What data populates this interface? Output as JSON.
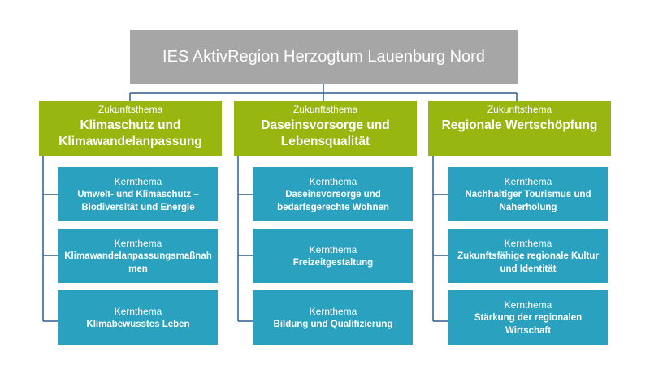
{
  "root": {
    "title": "IES AktivRegion Herzogtum Lauenburg Nord"
  },
  "columns": [
    {
      "kicker": "Zukunftsthema",
      "title": "Klimaschutz und Klimawandelanpassung",
      "items": [
        {
          "kicker": "Kernthema",
          "title": "Umwelt- und Klimaschutz – Biodiversität und Energie"
        },
        {
          "kicker": "Kernthema",
          "title": "Klimawandelanpassungsmaßnahmen"
        },
        {
          "kicker": "Kernthema",
          "title": "Klimabewusstes Leben"
        }
      ]
    },
    {
      "kicker": "Zukunftsthema",
      "title": "Daseinsvorsorge und Lebensqualität",
      "items": [
        {
          "kicker": "Kernthema",
          "title": "Daseinsvorsorge und bedarfsgerechte Wohnen"
        },
        {
          "kicker": "Kernthema",
          "title": "Freizeitgestaltung"
        },
        {
          "kicker": "Kernthema",
          "title": "Bildung und Qualifizierung"
        }
      ]
    },
    {
      "kicker": "Zukunftsthema",
      "title": "Regionale Wertschöpfung",
      "items": [
        {
          "kicker": "Kernthema",
          "title": "Nachhaltiger Tourismus und Naherholung"
        },
        {
          "kicker": "Kernthema",
          "title": "Zukunftsfähige regionale Kultur und Identität"
        },
        {
          "kicker": "Kernthema",
          "title": "Stärkung der regionalen Wirtschaft"
        }
      ]
    }
  ]
}
